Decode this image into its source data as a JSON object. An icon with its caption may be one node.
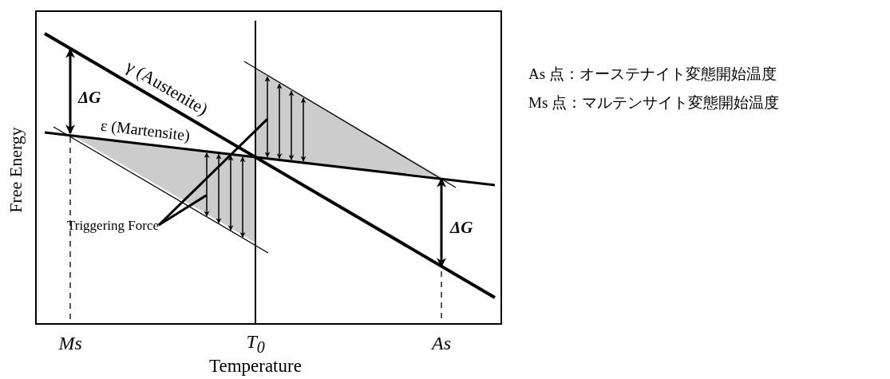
{
  "diagram": {
    "nodes": [
      {
        "text": [
          "Triggering Force"
        ]
      },
      {
        "text": [],
        "shape": "arrows"
      },
      {
        "text": [],
        "shape": "arrows"
      }
    ],
    "edges": [
      {
        "from": 0,
        "to": 1,
        "arrow": "none"
      },
      {
        "from": 0,
        "to": 2,
        "arrow": "none"
      }
    ],
    "labels": [
      "γ (Austenite)",
      "As 点：オーステナイト変態開始温度",
      "ΔG",
      "ε (Martensite)",
      "Ms 点：マルテンサイト変態開始温度",
      "Free Energy",
      "ΔG",
      "Ms",
      "T$_{0}$",
      "As",
      "Temperature"
    ]
  }
}
